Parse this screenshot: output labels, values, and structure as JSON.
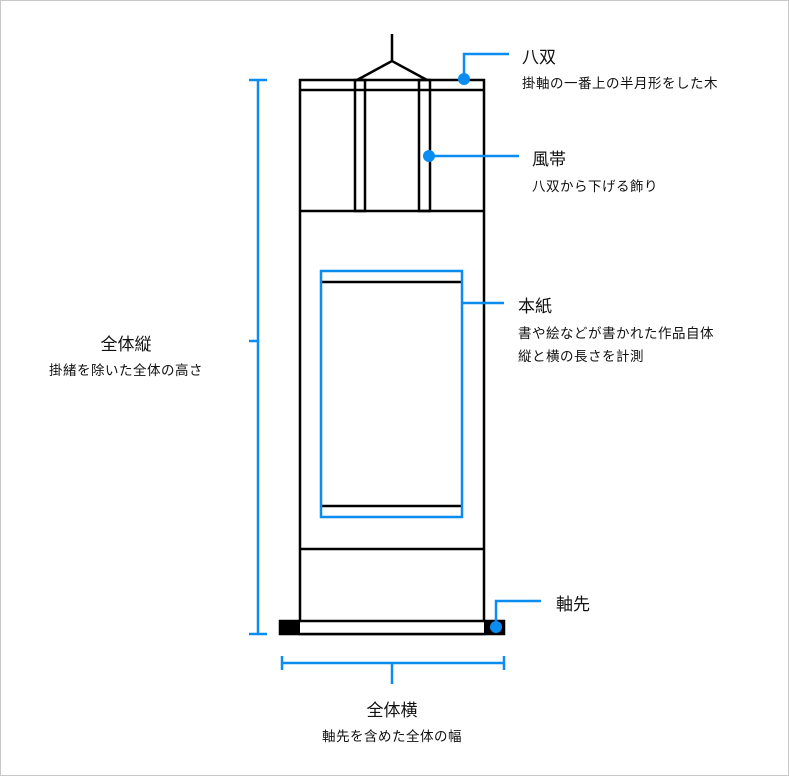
{
  "colors": {
    "accent": "#0a8cf0",
    "line": "#000000",
    "border": "#c8c8c8"
  },
  "labels": {
    "hasso": {
      "title": "八双",
      "desc": "掛軸の一番上の半月形をした木"
    },
    "futai": {
      "title": "風帯",
      "desc": "八双から下げる飾り"
    },
    "honshi": {
      "title": "本紙",
      "desc": [
        "書や絵などが書かれた作品自体",
        "縦と横の長さを計測"
      ]
    },
    "jikusaki": {
      "title": "軸先"
    },
    "total_height": {
      "title": "全体縦",
      "desc": "掛緒を除いた全体の高さ"
    },
    "total_width": {
      "title": "全体横",
      "desc": "軸先を含めた全体の幅"
    }
  }
}
